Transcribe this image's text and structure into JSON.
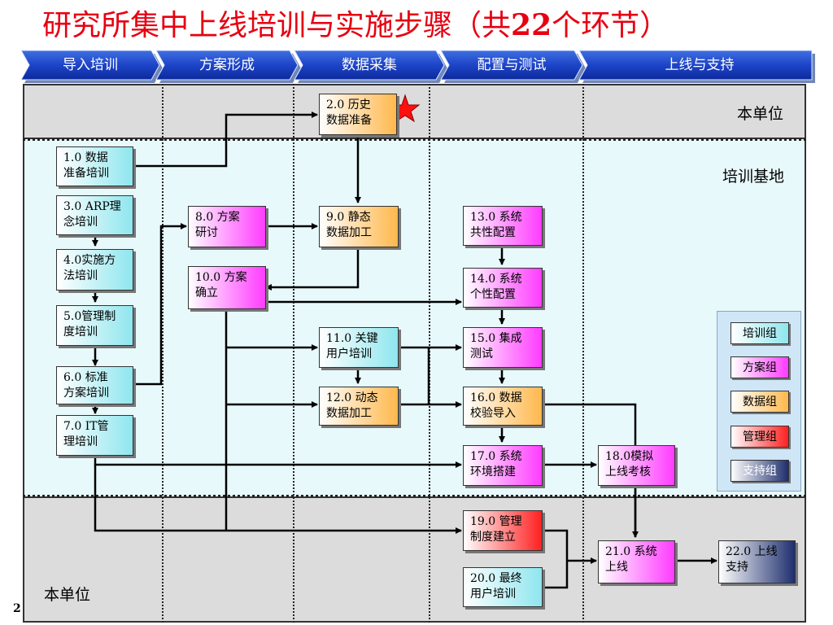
{
  "title_main": "研究所集中上线培训与实施步骤（共",
  "title_num": "22",
  "title_tail": "个环节）",
  "phases": [
    "导入培训",
    "方案形成",
    "数据采集",
    "配置与测试",
    "上线与支持"
  ],
  "regions": {
    "top": "本单位",
    "mid": "培训基地",
    "bottom": "本单位"
  },
  "nodes": {
    "n1": [
      "1.0 数据",
      "准备培训"
    ],
    "n2": [
      "2.0 历史",
      "数据准备"
    ],
    "n3": [
      "3.0 ARP理",
      "念培训"
    ],
    "n4": [
      "4.0实施方",
      "法培训"
    ],
    "n5": [
      "5.0管理制",
      "度培训"
    ],
    "n6": [
      "6.0 标准",
      "方案培训"
    ],
    "n7": [
      "7.0 IT管",
      "理培训"
    ],
    "n8": [
      "8.0 方案",
      "研讨"
    ],
    "n9": [
      "9.0 静态",
      "数据加工"
    ],
    "n10": [
      "10.0 方案",
      "确立"
    ],
    "n11": [
      "11.0 关键",
      "用户培训"
    ],
    "n12": [
      "12.0 动态",
      "数据加工"
    ],
    "n13": [
      "13.0 系统",
      "共性配置"
    ],
    "n14": [
      "14.0 系统",
      "个性配置"
    ],
    "n15": [
      "15.0 集成",
      "测试"
    ],
    "n16": [
      "16.0 数据",
      "校验导入"
    ],
    "n17": [
      "17.0 系统",
      "环境搭建"
    ],
    "n18": [
      "18.0模拟",
      "上线考核"
    ],
    "n19": [
      "19.0 管理",
      "制度建立"
    ],
    "n20": [
      "20.0 最终",
      "用户培训"
    ],
    "n21": [
      "21.0 系统",
      "上线"
    ],
    "n22": [
      "22.0 上线",
      "支持"
    ]
  },
  "legend": [
    "培训组",
    "方案组",
    "数据组",
    "管理组",
    "支持组"
  ],
  "legend_colors": {
    "培训组": "#8fe6ee",
    "方案组": "#ff3cff",
    "数据组": "#ffb84d",
    "管理组": "#ff2020",
    "支持组": "#1e2f6e"
  },
  "page_number": "2"
}
